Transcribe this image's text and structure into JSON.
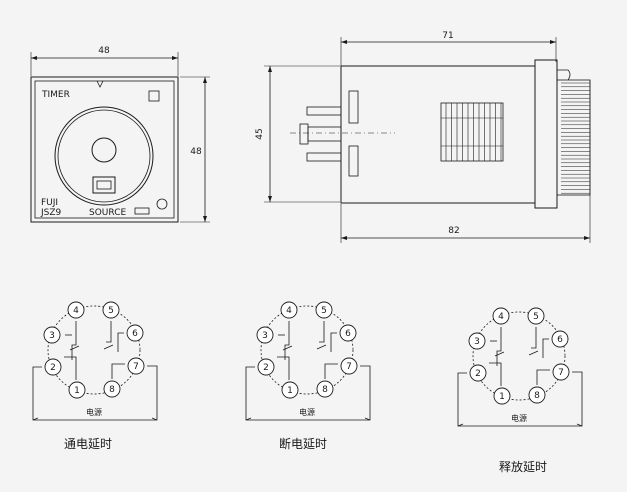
{
  "front_view": {
    "width_dim": "48",
    "height_dim": "48",
    "timer_label": "TIMER",
    "brand_label": "FUJI",
    "model_label": "JSZ9",
    "source_label": "SOURCE"
  },
  "side_view": {
    "body_length_dim": "71",
    "height_dim": "45",
    "total_length_dim": "82"
  },
  "wiring": [
    {
      "pins": [
        "1",
        "2",
        "3",
        "4",
        "5",
        "6",
        "7",
        "8"
      ],
      "power_label": "电源",
      "caption": "通电延时"
    },
    {
      "pins": [
        "1",
        "2",
        "3",
        "4",
        "5",
        "6",
        "7",
        "8"
      ],
      "power_label": "电源",
      "caption": "断电延时"
    },
    {
      "pins": [
        "1",
        "2",
        "3",
        "4",
        "5",
        "6",
        "7",
        "8"
      ],
      "power_label": "电源",
      "caption": "释放延时"
    }
  ],
  "colors": {
    "line": "#1a1a1a",
    "background": "#f4f4f4"
  }
}
